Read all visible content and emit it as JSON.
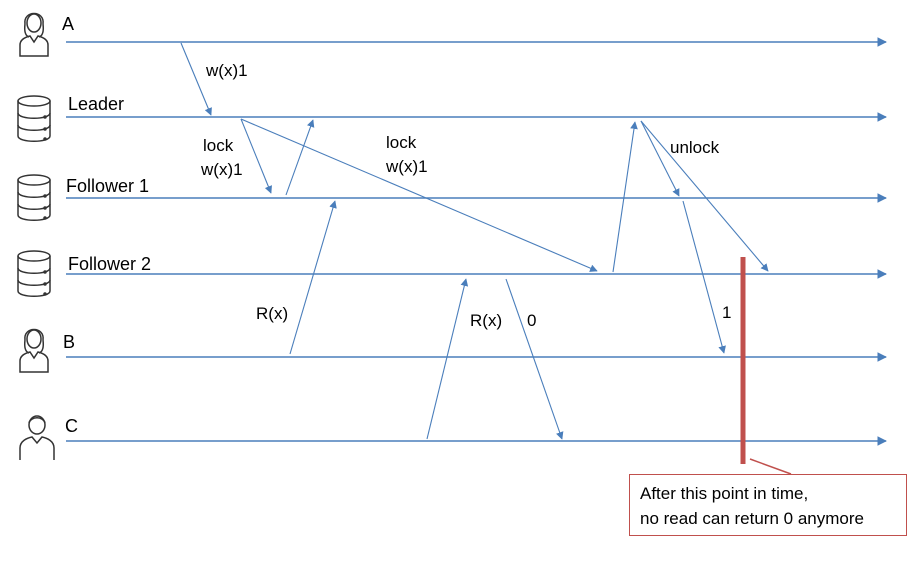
{
  "lanes": [
    {
      "id": "a",
      "label": "A",
      "icon": "user-female-icon"
    },
    {
      "id": "leader",
      "label": "Leader",
      "icon": "database-icon"
    },
    {
      "id": "follower1",
      "label": "Follower 1",
      "icon": "database-icon"
    },
    {
      "id": "follower2",
      "label": "Follower 2",
      "icon": "database-icon"
    },
    {
      "id": "b",
      "label": "B",
      "icon": "user-female-icon"
    },
    {
      "id": "c",
      "label": "C",
      "icon": "user-male-icon"
    }
  ],
  "messages": {
    "write": "w(x)1",
    "lock_f1_line1": "lock",
    "lock_f1_line2": "w(x)1",
    "lock_f2_line1": "lock",
    "lock_f2_line2": "w(x)1",
    "unlock": "unlock",
    "read_b": "R(x)",
    "read_c": "R(x)",
    "reply_c": "0",
    "reply_b": "1"
  },
  "callout": {
    "line1": "After this point in time,",
    "line2": "no read can return 0 anymore"
  },
  "colors": {
    "line": "#4a7ebb",
    "marker": "#c0504d"
  }
}
